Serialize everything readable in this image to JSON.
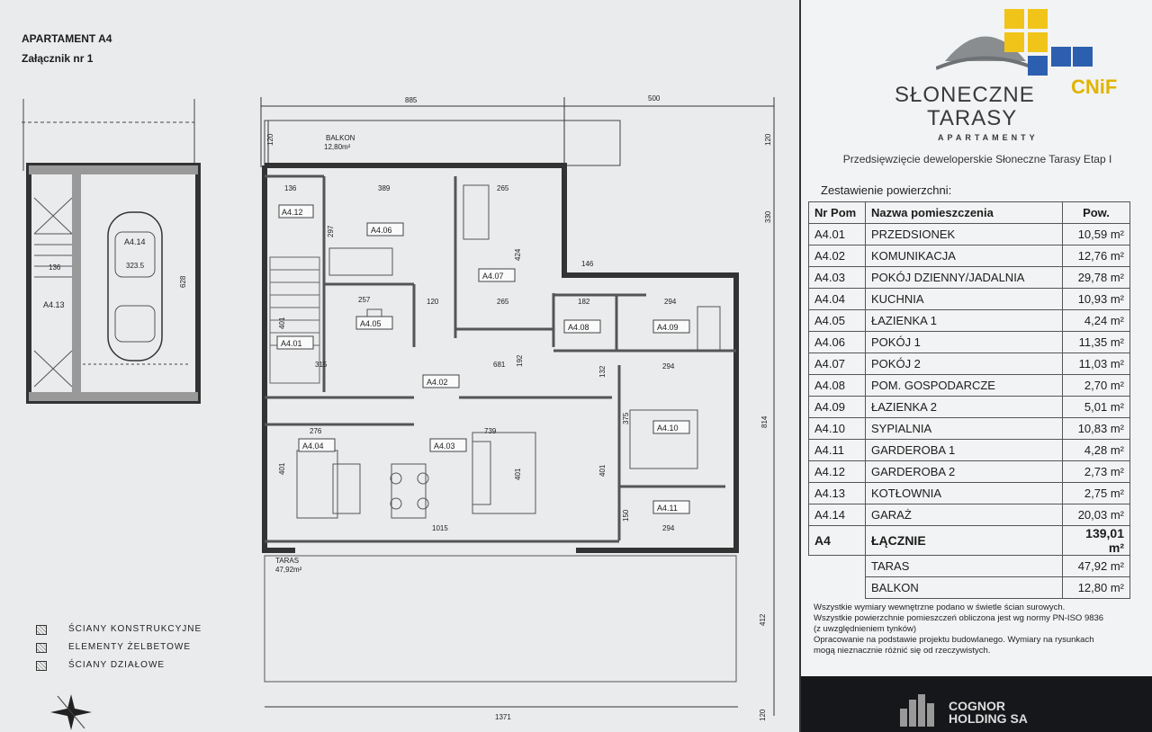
{
  "header": {
    "title": "APARTAMENT A4",
    "subtitle": "Załącznik nr 1"
  },
  "brand": {
    "name_line1": "SŁONECZNE",
    "name_line2": "TARASY",
    "tagline": "APARTAMENTY",
    "partner": "CNiF"
  },
  "project": "Przedsięwzięcie deweloperskie Słoneczne Tarasy Etap I",
  "summary_title": "Zestawienie powierzchni:",
  "table_headers": {
    "no": "Nr Pom",
    "name": "Nazwa pomieszczenia",
    "area": "Pow."
  },
  "rooms": [
    {
      "no": "A4.01",
      "name": "PRZEDSIONEK",
      "area": "10,59 m²"
    },
    {
      "no": "A4.02",
      "name": "KOMUNIKACJA",
      "area": "12,76 m²"
    },
    {
      "no": "A4.03",
      "name": "POKÓJ DZIENNY/JADALNIA",
      "area": "29,78 m²"
    },
    {
      "no": "A4.04",
      "name": "KUCHNIA",
      "area": "10,93 m²"
    },
    {
      "no": "A4.05",
      "name": "ŁAZIENKA 1",
      "area": "4,24 m²"
    },
    {
      "no": "A4.06",
      "name": "POKÓJ 1",
      "area": "11,35 m²"
    },
    {
      "no": "A4.07",
      "name": "POKÓJ 2",
      "area": "11,03 m²"
    },
    {
      "no": "A4.08",
      "name": "POM. GOSPODARCZE",
      "area": "2,70 m²"
    },
    {
      "no": "A4.09",
      "name": "ŁAZIENKA 2",
      "area": "5,01 m²"
    },
    {
      "no": "A4.10",
      "name": "SYPIALNIA",
      "area": "10,83 m²"
    },
    {
      "no": "A4.11",
      "name": "GARDEROBA 1",
      "area": "4,28 m²"
    },
    {
      "no": "A4.12",
      "name": "GARDEROBA 2",
      "area": "2,73 m²"
    },
    {
      "no": "A4.13",
      "name": "KOTŁOWNIA",
      "area": "2,75 m²"
    },
    {
      "no": "A4.14",
      "name": "GARAŻ",
      "area": "20,03 m²"
    }
  ],
  "total": {
    "no": "A4",
    "name": "ŁĄCZNIE",
    "area": "139,01 m²"
  },
  "extras": [
    {
      "name": "TARAS",
      "area": "47,92 m²"
    },
    {
      "name": "BALKON",
      "area": "12,80 m²"
    }
  ],
  "notes": [
    "Wszystkie wymiary wewnętrzne podano w świetle ścian surowych.",
    "Wszystkie powierzchnie pomieszczeń obliczona jest wg normy PN-ISO 9836",
    "(z uwzględnieniem tynków)",
    "Opracowanie na podstawie projektu budowlanego. Wymiary na rysunkach",
    "mogą nieznacznie różnić się od rzeczywistych."
  ],
  "footer": {
    "company_line1": "COGNOR",
    "company_line2": "HOLDING SA"
  },
  "legend": [
    "ŚCIANY KONSTRUKCYJNE",
    "ELEMENTY ŻELBETOWE",
    "ŚCIANY DZIAŁOWE"
  ],
  "plan": {
    "balkon_label": "BALKON",
    "balkon_area": "12,80m²",
    "taras_label": "TARAS",
    "taras_area": "47,92m²",
    "garage_labels": {
      "g14": "A4.14",
      "g13": "A4.13",
      "d1": "323.5",
      "d2": "628",
      "d3": "136"
    },
    "room_labels": [
      "A4.12",
      "A4.06",
      "A4.07",
      "A4.05",
      "A4.01",
      "A4.08",
      "A4.09",
      "A4.02",
      "A4.10",
      "A4.04",
      "A4.03",
      "A4.11"
    ],
    "dims": {
      "top1": "885",
      "top2": "500",
      "left120a": "120",
      "d330": "330",
      "d814": "814",
      "d412": "412",
      "d1371": "1371",
      "d1015": "1015",
      "d739": "739",
      "d681": "681",
      "d389": "389",
      "d265a": "265",
      "d136": "136",
      "d297": "297",
      "d424": "424",
      "d146": "146",
      "d257": "257",
      "d120": "120",
      "d265b": "265",
      "d182": "182",
      "d294a": "294",
      "d315": "315",
      "d192": "192",
      "d132": "132",
      "d294b": "294",
      "d276": "276",
      "d375": "375",
      "d401a": "401",
      "d401b": "401",
      "d401c": "401",
      "d150": "150",
      "d294c": "294",
      "d120b": "120",
      "d120c": "120",
      "d401d": "401"
    }
  }
}
